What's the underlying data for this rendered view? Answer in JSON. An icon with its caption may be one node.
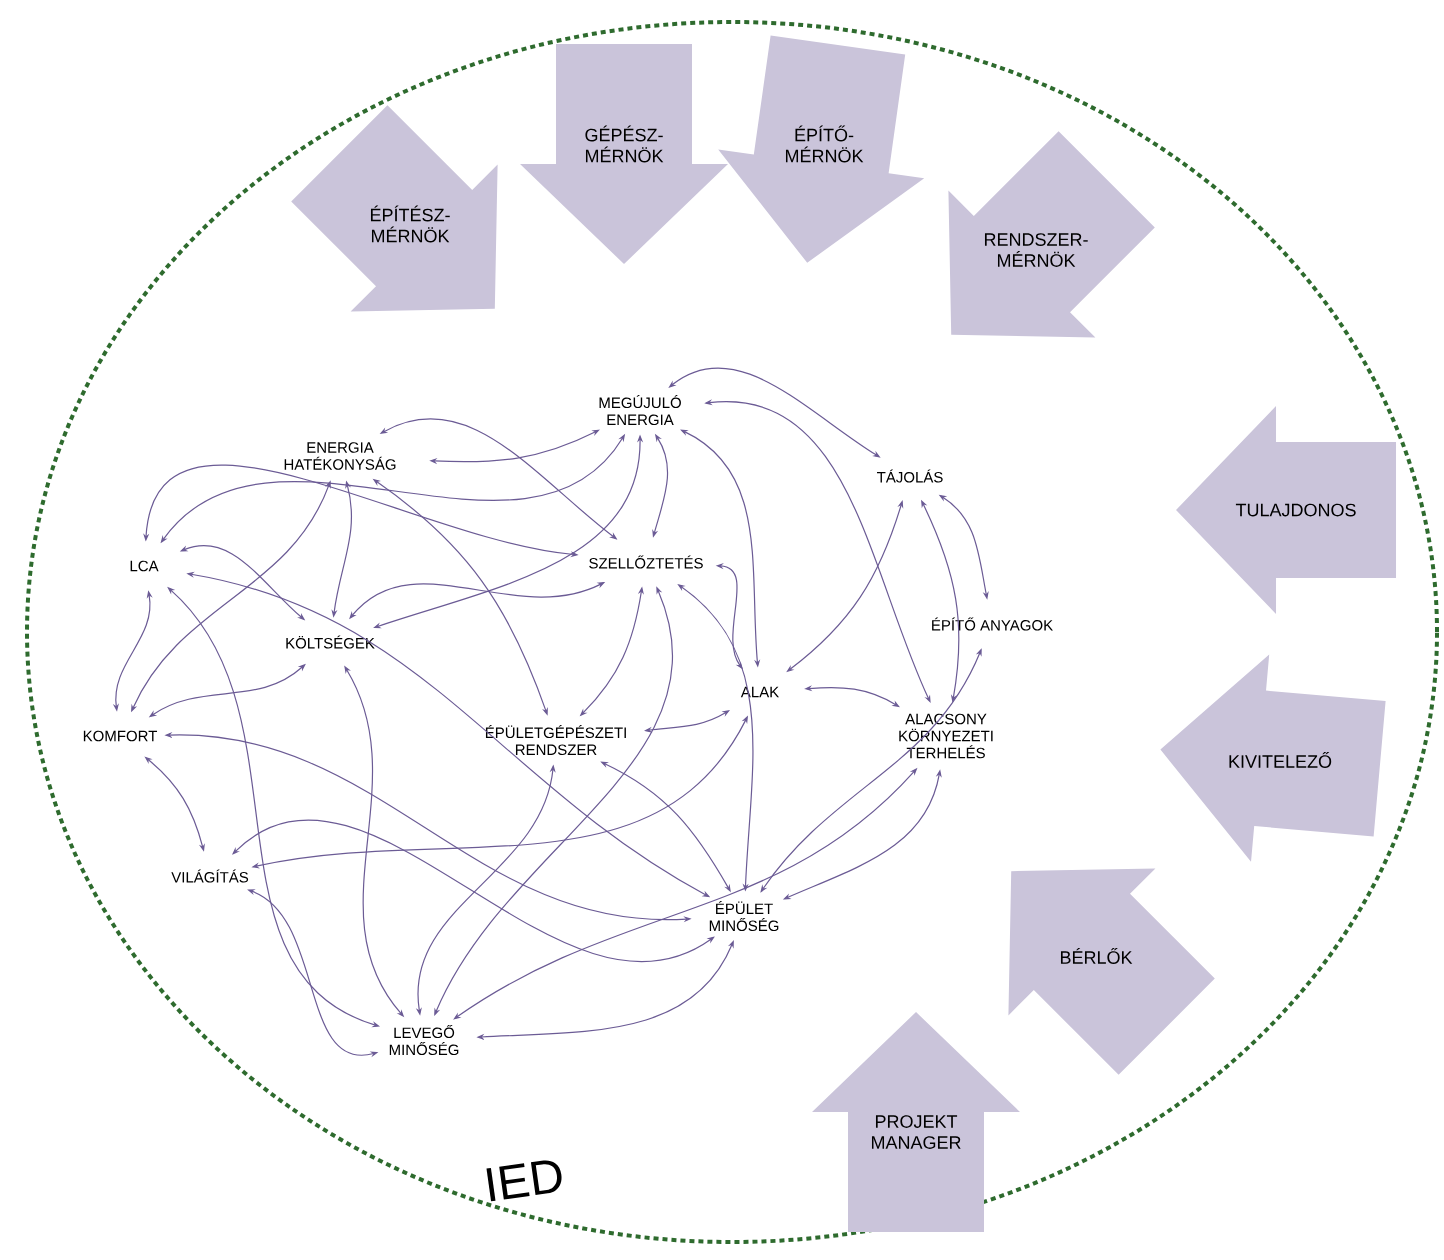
{
  "diagram": {
    "nodes": [
      {
        "text": [
          "IED"
        ]
      },
      {
        "text": [
          "ÉPÍTÉSZ-MÉRNÖK"
        ],
        "in": 0
      },
      {
        "text": [
          "GÉPÉSZ-MÉRNÖK"
        ],
        "in": 0
      },
      {
        "text": [
          "ÉPÍTŐ-MÉRNÖK"
        ],
        "in": 0
      },
      {
        "text": [
          "RENDSZER-MÉRNÖK"
        ],
        "in": 0
      },
      {
        "text": [
          "TULAJDONOS"
        ],
        "in": 0
      },
      {
        "text": [
          "KIVITELEZŐ"
        ],
        "in": 0
      },
      {
        "text": [
          "BÉRLŐK"
        ],
        "in": 0
      },
      {
        "text": [
          "PROJEKT MANAGER"
        ],
        "in": 0
      },
      {
        "text": [
          "MEGÚJULÓ ENERGIA"
        ],
        "in": 0
      },
      {
        "text": [
          "ENERGIA HATÉKONYSÁG"
        ],
        "in": 0
      },
      {
        "text": [
          "TÁJOLÁS"
        ],
        "in": 0
      },
      {
        "text": [
          "LCA"
        ],
        "in": 0
      },
      {
        "text": [
          "SZELLŐZTETÉS"
        ],
        "in": 0
      },
      {
        "text": [
          "KÖLTSÉGEK"
        ],
        "in": 0
      },
      {
        "text": [
          "ÉPÍTŐ ANYAGOK"
        ],
        "in": 0
      },
      {
        "text": [
          "ALAK"
        ],
        "in": 0
      },
      {
        "text": [
          "KOMFORT"
        ],
        "in": 0
      },
      {
        "text": [
          "ÉPÜLETGÉPÉSZETI RENDSZER"
        ],
        "in": 0
      },
      {
        "text": [
          "ALACSONY KÖRNYEZETI TERHELÉS"
        ],
        "in": 0
      },
      {
        "text": [
          "VILÁGÍTÁS"
        ],
        "in": 0
      },
      {
        "text": [
          "ÉPÜLET MINŐSÉG"
        ],
        "in": 0
      },
      {
        "text": [
          "LEVEGŐ MINŐSÉG"
        ],
        "in": 0
      }
    ],
    "edges": [
      {
        "from": 9,
        "to": 10,
        "arrow": "both"
      },
      {
        "from": 9,
        "to": 12,
        "arrow": "both"
      },
      {
        "from": 9,
        "to": 11,
        "arrow": "both"
      },
      {
        "from": 9,
        "to": 13,
        "arrow": "both"
      },
      {
        "from": 9,
        "to": 16,
        "arrow": "both"
      },
      {
        "from": 9,
        "to": 19,
        "arrow": "both"
      },
      {
        "from": 9,
        "to": 14,
        "arrow": "both"
      },
      {
        "from": 10,
        "to": 14,
        "arrow": "both"
      },
      {
        "from": 10,
        "to": 13,
        "arrow": "both"
      },
      {
        "from": 10,
        "to": 18,
        "arrow": "both"
      },
      {
        "from": 10,
        "to": 17,
        "arrow": "both"
      },
      {
        "from": 12,
        "to": 13,
        "arrow": "both"
      },
      {
        "from": 12,
        "to": 14,
        "arrow": "both"
      },
      {
        "from": 12,
        "to": 17,
        "arrow": "both"
      },
      {
        "from": 12,
        "to": 21,
        "arrow": "both"
      },
      {
        "from": 12,
        "to": 22,
        "arrow": "both"
      },
      {
        "from": 14,
        "to": 13,
        "arrow": "both"
      },
      {
        "from": 14,
        "to": 22,
        "arrow": "both"
      },
      {
        "from": 14,
        "to": 17,
        "arrow": "both"
      },
      {
        "from": 13,
        "to": 18,
        "arrow": "both"
      },
      {
        "from": 13,
        "to": 16,
        "arrow": "both"
      },
      {
        "from": 13,
        "to": 21,
        "arrow": "both"
      },
      {
        "from": 13,
        "to": 22,
        "arrow": "both"
      },
      {
        "from": 11,
        "to": 16,
        "arrow": "both"
      },
      {
        "from": 11,
        "to": 15,
        "arrow": "both"
      },
      {
        "from": 11,
        "to": 19,
        "arrow": "both"
      },
      {
        "from": 15,
        "to": 21,
        "arrow": "both"
      },
      {
        "from": 16,
        "to": 19,
        "arrow": "both"
      },
      {
        "from": 16,
        "to": 18,
        "arrow": "both"
      },
      {
        "from": 16,
        "to": 20,
        "arrow": "both"
      },
      {
        "from": 17,
        "to": 20,
        "arrow": "both"
      },
      {
        "from": 17,
        "to": 21,
        "arrow": "both"
      },
      {
        "from": 18,
        "to": 21,
        "arrow": "both"
      },
      {
        "from": 18,
        "to": 22,
        "arrow": "both"
      },
      {
        "from": 19,
        "to": 21,
        "arrow": "both"
      },
      {
        "from": 19,
        "to": 22,
        "arrow": "both"
      },
      {
        "from": 20,
        "to": 21,
        "arrow": "both"
      },
      {
        "from": 20,
        "to": 22,
        "arrow": "both"
      },
      {
        "from": 21,
        "to": 22,
        "arrow": "both"
      }
    ]
  }
}
